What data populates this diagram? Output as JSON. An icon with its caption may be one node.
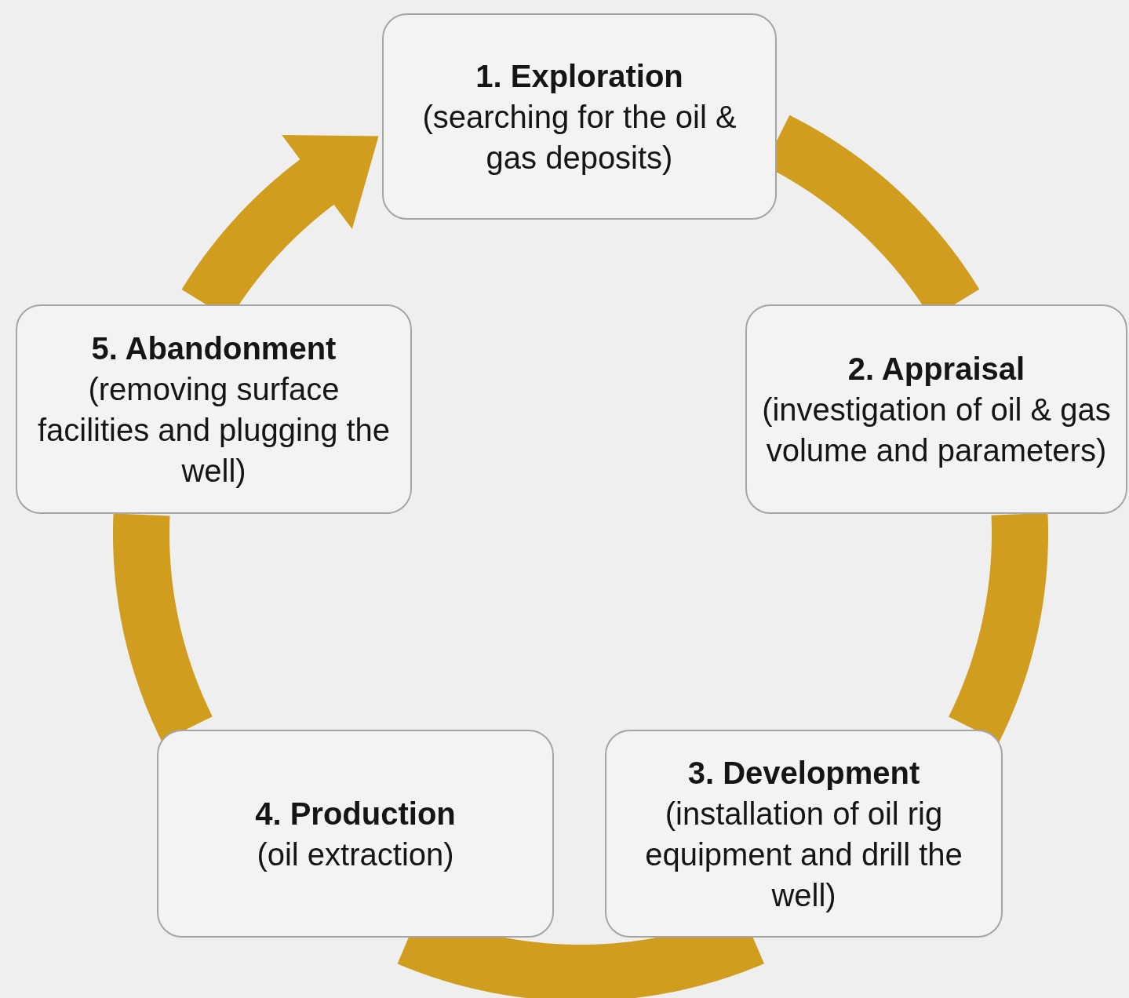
{
  "diagram": {
    "nodes": [
      {
        "text": [
          "1. Exploration",
          "(searching for the oil & gas deposits)"
        ]
      },
      {
        "text": [
          "2. Appraisal",
          "(investigation of oil & gas volume and parameters)"
        ]
      },
      {
        "text": [
          "3. Development",
          "(installation of oil rig equipment and drill the well)"
        ]
      },
      {
        "text": [
          "4. Production",
          "(oil extraction)"
        ]
      },
      {
        "text": [
          "5. Abandonment",
          "(removing surface facilities and plugging the well)"
        ]
      }
    ],
    "edges": [
      {
        "from": 0,
        "to": 1,
        "arrow": "none"
      },
      {
        "from": 1,
        "to": 2,
        "arrow": "none"
      },
      {
        "from": 2,
        "to": 3,
        "arrow": "none"
      },
      {
        "from": 3,
        "to": 4,
        "arrow": "none"
      },
      {
        "from": 4,
        "to": 0,
        "arrow": "to"
      }
    ]
  }
}
